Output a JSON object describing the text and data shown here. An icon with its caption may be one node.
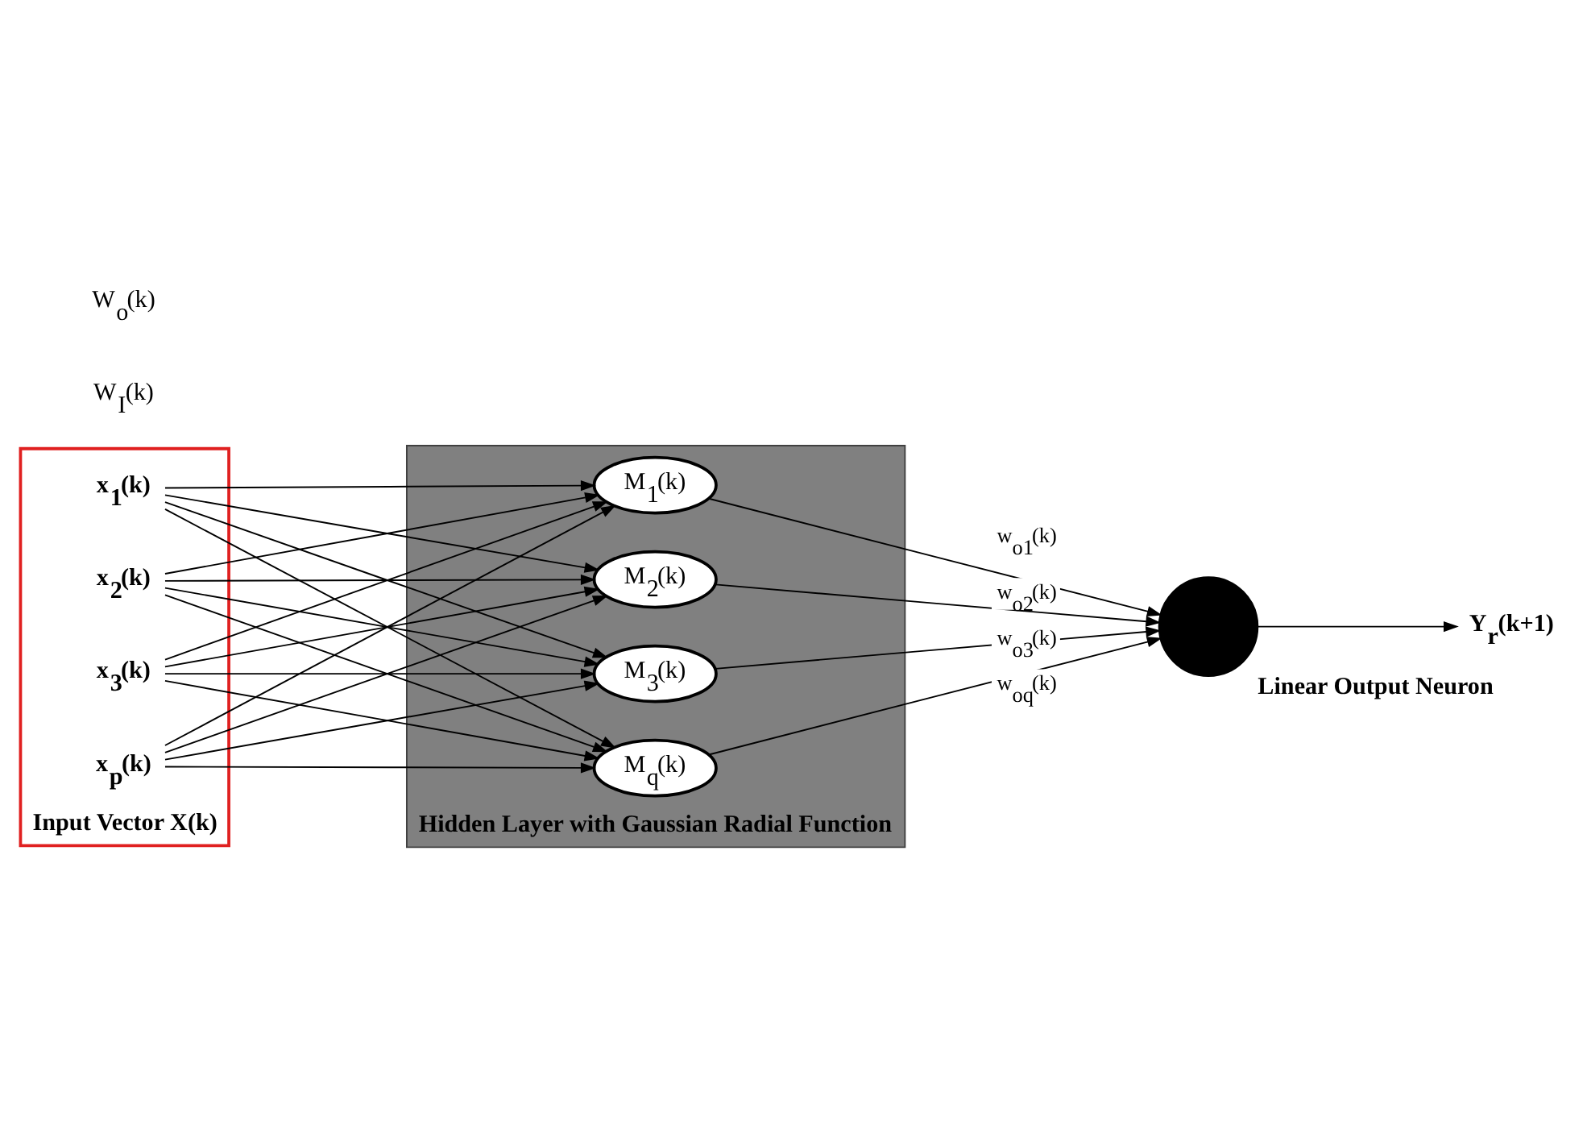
{
  "diagram": {
    "nodes": [
      {
        "text": [
          "Input Vector X(k)"
        ]
      },
      {
        "text": [
          "x$_{1}$(k)"
        ],
        "in": 0
      },
      {
        "text": [
          "x$_{2}$(k)"
        ],
        "in": 0
      },
      {
        "text": [
          "x$_{3}$(k)"
        ],
        "in": 0
      },
      {
        "text": [
          "x$_{p}$(k)"
        ],
        "in": 0
      },
      {
        "text": [
          "Hidden Layer with Gaussian Radial Function"
        ]
      },
      {
        "text": [
          "M$_{1}$(k)"
        ],
        "in": 5
      },
      {
        "text": [
          "M$_{2}$(k)"
        ],
        "in": 5
      },
      {
        "text": [
          "M$_{3}$(k)"
        ],
        "in": 5
      },
      {
        "text": [
          "M$_{q}$(k)"
        ],
        "in": 5
      },
      {
        "text": [],
        "shape": "circle",
        "beside": [
          "Linear Output Neuron"
        ]
      },
      {
        "text": [
          "Y$_{r}$(k+1)"
        ]
      }
    ],
    "edges": [
      {
        "from": 1,
        "to": 6,
        "arrow": "to"
      },
      {
        "from": 1,
        "to": 7,
        "arrow": "to"
      },
      {
        "from": 1,
        "to": 8,
        "arrow": "to"
      },
      {
        "from": 1,
        "to": 9,
        "arrow": "to"
      },
      {
        "from": 2,
        "to": 6,
        "arrow": "to"
      },
      {
        "from": 2,
        "to": 7,
        "arrow": "to"
      },
      {
        "from": 2,
        "to": 8,
        "arrow": "to"
      },
      {
        "from": 2,
        "to": 9,
        "arrow": "to"
      },
      {
        "from": 3,
        "to": 6,
        "arrow": "to"
      },
      {
        "from": 3,
        "to": 7,
        "arrow": "to"
      },
      {
        "from": 3,
        "to": 8,
        "arrow": "to"
      },
      {
        "from": 3,
        "to": 9,
        "arrow": "to"
      },
      {
        "from": 4,
        "to": 6,
        "arrow": "to"
      },
      {
        "from": 4,
        "to": 7,
        "arrow": "to"
      },
      {
        "from": 4,
        "to": 8,
        "arrow": "to"
      },
      {
        "from": 4,
        "to": 9,
        "arrow": "to"
      },
      {
        "from": 6,
        "to": 10,
        "arrow": "to",
        "label": "w$_{o1}$(k)"
      },
      {
        "from": 7,
        "to": 10,
        "arrow": "to",
        "label": "w$_{o2}$(k)"
      },
      {
        "from": 8,
        "to": 10,
        "arrow": "to",
        "label": "w$_{o3}$(k)"
      },
      {
        "from": 9,
        "to": 10,
        "arrow": "to",
        "label": "w$_{oq}$(k)"
      },
      {
        "from": 10,
        "to": 11,
        "arrow": "to"
      }
    ],
    "labels": [
      "W$_{I}$(k)",
      "W$_{o}$(k)"
    ]
  }
}
